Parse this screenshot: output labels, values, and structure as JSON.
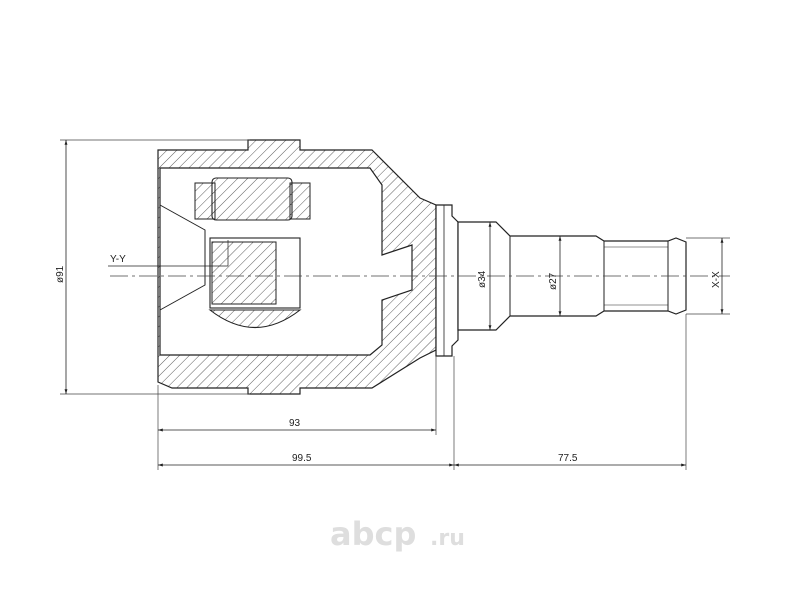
{
  "drawing": {
    "dimensions": {
      "d91": "ø91",
      "d34": "ø34",
      "d27": "ø27",
      "len93": "93",
      "len99_5": "99.5",
      "len77_5": "77.5"
    },
    "section_labels": {
      "yy": "Y-Y",
      "xx": "X-X"
    }
  },
  "watermark": {
    "brand": "abcp",
    "tld": ".ru"
  }
}
